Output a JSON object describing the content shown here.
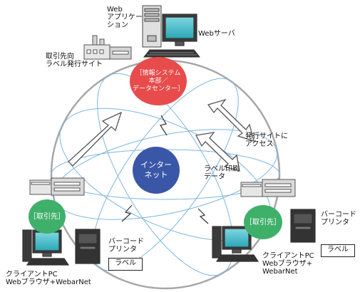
{
  "center": {
    "label": "インター\nネット",
    "color": "#3a57a7"
  },
  "datacenter": {
    "label": "［情報システム\n本部／\nデータセンター］",
    "color": "#e84b4b"
  },
  "client_left": {
    "badge": "［取引先］",
    "badge_color": "#3fb06a",
    "pc_label": "クライアントPC\nWebブラウザ+WebarNet",
    "printer_label": "バーコード\nプリンタ",
    "label_box": "ラベル"
  },
  "client_right": {
    "badge": "［取引先］",
    "badge_color": "#3fb06a",
    "pc_label": "クライアントPC\nWebブラウザ+\nWebarNet",
    "printer_label": "バーコード\nプリンタ",
    "label_box": "ラベル"
  },
  "labels": {
    "web_app": "Web\nアプリケー\nション",
    "web_server": "Webサーバ",
    "label_site": "取引先向\nラベル発行サイト",
    "access_site": "発行サイトに\nアクセス",
    "print_data": "ラベル印刷\nデータ"
  }
}
